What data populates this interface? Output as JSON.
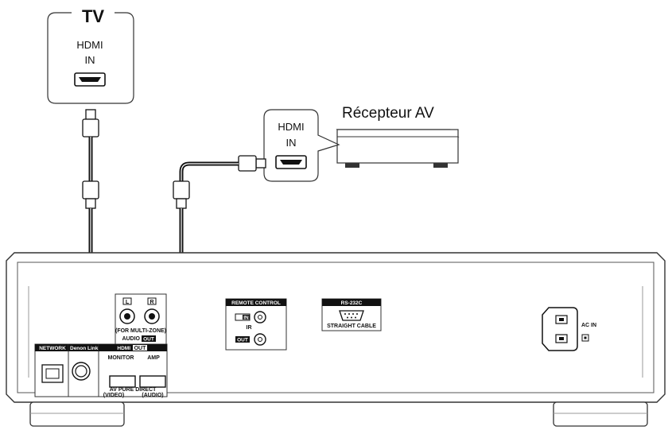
{
  "tv": {
    "title": "TV",
    "port_line1": "HDMI",
    "port_line2": "IN"
  },
  "receiver": {
    "title": "Récepteur AV",
    "port_line1": "HDMI",
    "port_line2": "IN"
  },
  "panel": {
    "network": "NETWORK",
    "denon_link": "Denon Link",
    "audio_out_a": "AUDIO",
    "audio_out_b": "OUT",
    "multi_zone": "(FOR MULTI-ZONE)",
    "hdmi_out_a": "HDMI",
    "hdmi_out_b": "OUT",
    "monitor": "MONITOR",
    "amp": "AMP",
    "av_pure_direct": "AV PURE DIRECT",
    "video": "(VIDEO)",
    "audio": "(AUDIO)",
    "remote_control": "REMOTE CONTROL",
    "in": "IN",
    "ir": "IR",
    "out": "OUT",
    "rs232c": "RS-232C",
    "straight_cable": "STRAIGHT CABLE",
    "ac_in": "AC IN",
    "rca_l": "L",
    "rca_r": "R"
  }
}
